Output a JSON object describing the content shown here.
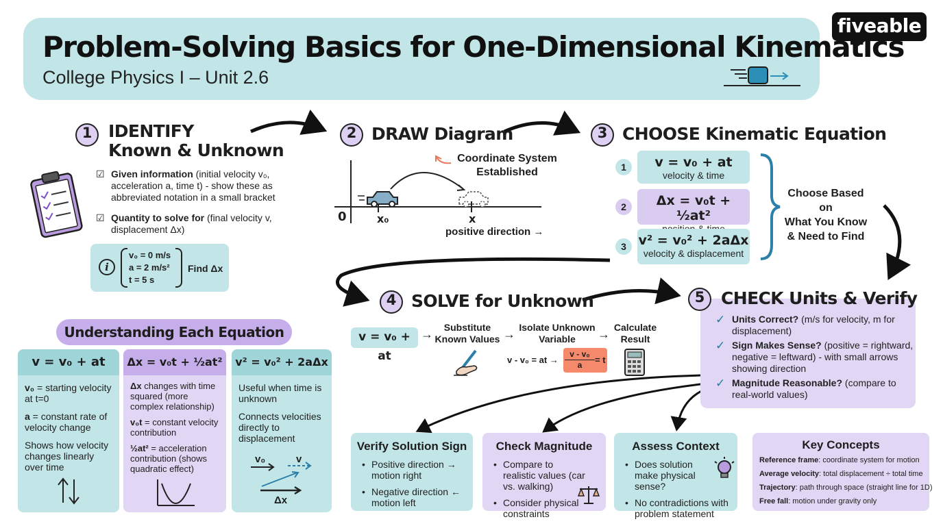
{
  "header": {
    "title": "Problem-Solving Basics for One-Dimensional Kinematics",
    "subtitle": "College Physics I – Unit 2.6",
    "logo": "fiveable"
  },
  "step1": {
    "num": "1",
    "title_line1": "IDENTIFY",
    "title_line2": "Known & Unknown",
    "given_bold": "Given information",
    "given_text": " (initial velocity v₀, acceleration a, time t) - show these as abbreviated notation in a small bracket",
    "quantity_bold": "Quantity to solve for",
    "quantity_text": " (final velocity v, displacement Δx)",
    "example_values": [
      "v₀ = 0 m/s",
      "a = 2 m/s²",
      "t = 5 s"
    ],
    "example_find": "Find Δx"
  },
  "step2": {
    "num": "2",
    "title": "DRAW Diagram",
    "coord_label_1": "Coordinate System",
    "coord_label_2": "Established",
    "origin": "0",
    "x0": "x₀",
    "x": "x",
    "direction": "positive direction →"
  },
  "step3": {
    "num": "3",
    "title": "CHOOSE Kinematic Equation",
    "equations": [
      {
        "n": "1",
        "eq": "v = v₀ + at",
        "sub": "velocity & time"
      },
      {
        "n": "2",
        "eq": "Δx = v₀t + ½at²",
        "sub": "position & time"
      },
      {
        "n": "3",
        "eq": "v² = v₀² + 2aΔx",
        "sub": "velocity & displacement"
      }
    ],
    "choose_note": [
      "Choose Based on",
      "What You Know",
      "& Need to Find"
    ]
  },
  "step4": {
    "num": "4",
    "title": "SOLVE for Unknown",
    "equation": "v = v₀ + at",
    "sub1": [
      "Substitute",
      "Known Values"
    ],
    "sub2": [
      "Isolate Unknown",
      "Variable"
    ],
    "sub3": [
      "Calculate",
      "Result"
    ],
    "rearrange_left": "v - v₀ = at →",
    "frac_num": "v - v₀",
    "frac_den": "a",
    "frac_eq": "= t"
  },
  "step5": {
    "num": "5",
    "title": "CHECK Units & Verify",
    "checks": [
      {
        "bold": "Units Correct?",
        "text": " (m/s for velocity, m for displacement)"
      },
      {
        "bold": "Sign Makes Sense?",
        "text": " (positive = rightward, negative = leftward) - with small arrows showing direction"
      },
      {
        "bold": "Magnitude Reasonable?",
        "text": " (compare to real-world values)"
      }
    ]
  },
  "understanding": {
    "title": "Understanding Each Equation",
    "cols": [
      {
        "eq": "v = v₀ + at",
        "items": [
          {
            "bold": "v₀",
            "text": " = starting velocity at t=0"
          },
          {
            "bold": "a",
            "text": " = constant rate of velocity change"
          },
          {
            "bold": "",
            "text": "Shows how velocity changes linearly over time"
          }
        ]
      },
      {
        "eq": "Δx = v₀t + ½at²",
        "items": [
          {
            "bold": "Δx",
            "text": " changes with time squared (more complex relationship)"
          },
          {
            "bold": "v₀t",
            "text": " = constant velocity contribution"
          },
          {
            "bold": "½at²",
            "text": " = acceleration contribution (shows quadratic effect)"
          }
        ]
      },
      {
        "eq": "v² = v₀² + 2aΔx",
        "items": [
          {
            "bold": "",
            "text": "Useful when time is unknown"
          },
          {
            "bold": "",
            "text": "Connects velocities directly to displacement"
          }
        ],
        "vec_v0": "v₀",
        "vec_v": "v",
        "vec_dx": "Δx"
      }
    ]
  },
  "bottom_cards": [
    {
      "title": "Verify Solution Sign",
      "items": [
        "Positive direction → motion right",
        "Negative direction ← motion left"
      ]
    },
    {
      "title": "Check Magnitude",
      "items": [
        "Compare to realistic values (car vs. walking)",
        "Consider physical constraints"
      ]
    },
    {
      "title": "Assess Context",
      "items": [
        "Does solution make physical sense?",
        "No contradictions with problem statement"
      ]
    }
  ],
  "key_concepts": {
    "title": "Key Concepts",
    "items": [
      {
        "bold": "Reference frame",
        "text": ": coordinate system for motion"
      },
      {
        "bold": "Average velocity",
        "text": ": total displacement ÷ total time"
      },
      {
        "bold": "Trajectory",
        "text": ": path through space (straight line for 1D)"
      },
      {
        "bold": "Free fall",
        "text": ": motion under gravity only"
      }
    ]
  },
  "colors": {
    "teal": "#c2e6e8",
    "purple": "#d9ccf0",
    "accent_blue": "#1f7fa0",
    "highlight": "#f4896b"
  }
}
